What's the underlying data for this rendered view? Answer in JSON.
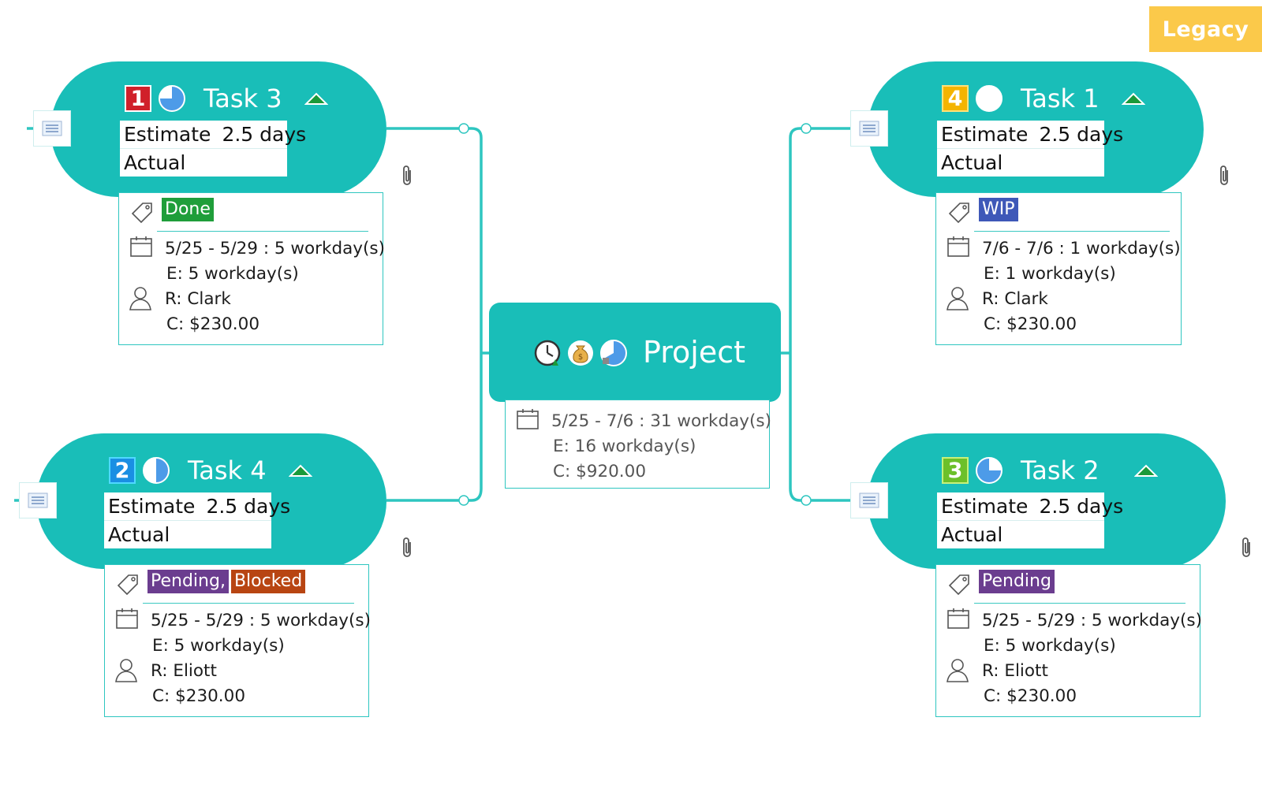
{
  "badge": {
    "label": "Legacy",
    "color": "#fbc94a"
  },
  "colors": {
    "topic": "#19beb8",
    "line": "#2ec6c0",
    "done": "#1f9e3a",
    "wip": "#3e58b8",
    "pending": "#6b3d8f",
    "blocked": "#b84512"
  },
  "project": {
    "title": "Project",
    "icons": [
      "clock-progress-icon",
      "money-bag-icon",
      "pie-progress-icon"
    ],
    "dates": "5/25 - 7/6 : 31 workday(s)",
    "effort": "E: 16 workday(s)",
    "cost": "C: $920.00"
  },
  "tasks": {
    "task3": {
      "priority": "1",
      "priority_color": "#d0202a",
      "title": "Task 3",
      "estimate_label": "Estimate",
      "estimate_value": "2.5 days",
      "actual_label": "Actual",
      "tags": [
        "Done"
      ],
      "dates": "5/25 - 5/29 : 5 workday(s)",
      "effort": "E: 5 workday(s)",
      "resource": "R: Clark",
      "cost": "C: $230.00"
    },
    "task1": {
      "priority": "4",
      "priority_color": "#f4b400",
      "title": "Task 1",
      "estimate_label": "Estimate",
      "estimate_value": "2.5 days",
      "actual_label": "Actual",
      "tags": [
        "WIP"
      ],
      "dates": "7/6 - 7/6 : 1 workday(s)",
      "effort": "E: 1 workday(s)",
      "resource": "R: Clark",
      "cost": "C: $230.00"
    },
    "task4": {
      "priority": "2",
      "priority_color": "#1a8fe3",
      "title": "Task 4",
      "estimate_label": "Estimate",
      "estimate_value": "2.5 days",
      "actual_label": "Actual",
      "tags": [
        "Pending,",
        "Blocked"
      ],
      "dates": "5/25 - 5/29 : 5 workday(s)",
      "effort": "E: 5 workday(s)",
      "resource": "R: Eliott",
      "cost": "C: $230.00"
    },
    "task2": {
      "priority": "3",
      "priority_color": "#6cc02a",
      "title": "Task 2",
      "estimate_label": "Estimate",
      "estimate_value": "2.5 days",
      "actual_label": "Actual",
      "tags": [
        "Pending"
      ],
      "dates": "5/25 - 5/29 : 5 workday(s)",
      "effort": "E: 5 workday(s)",
      "resource": "R: Eliott",
      "cost": "C: $230.00"
    }
  }
}
